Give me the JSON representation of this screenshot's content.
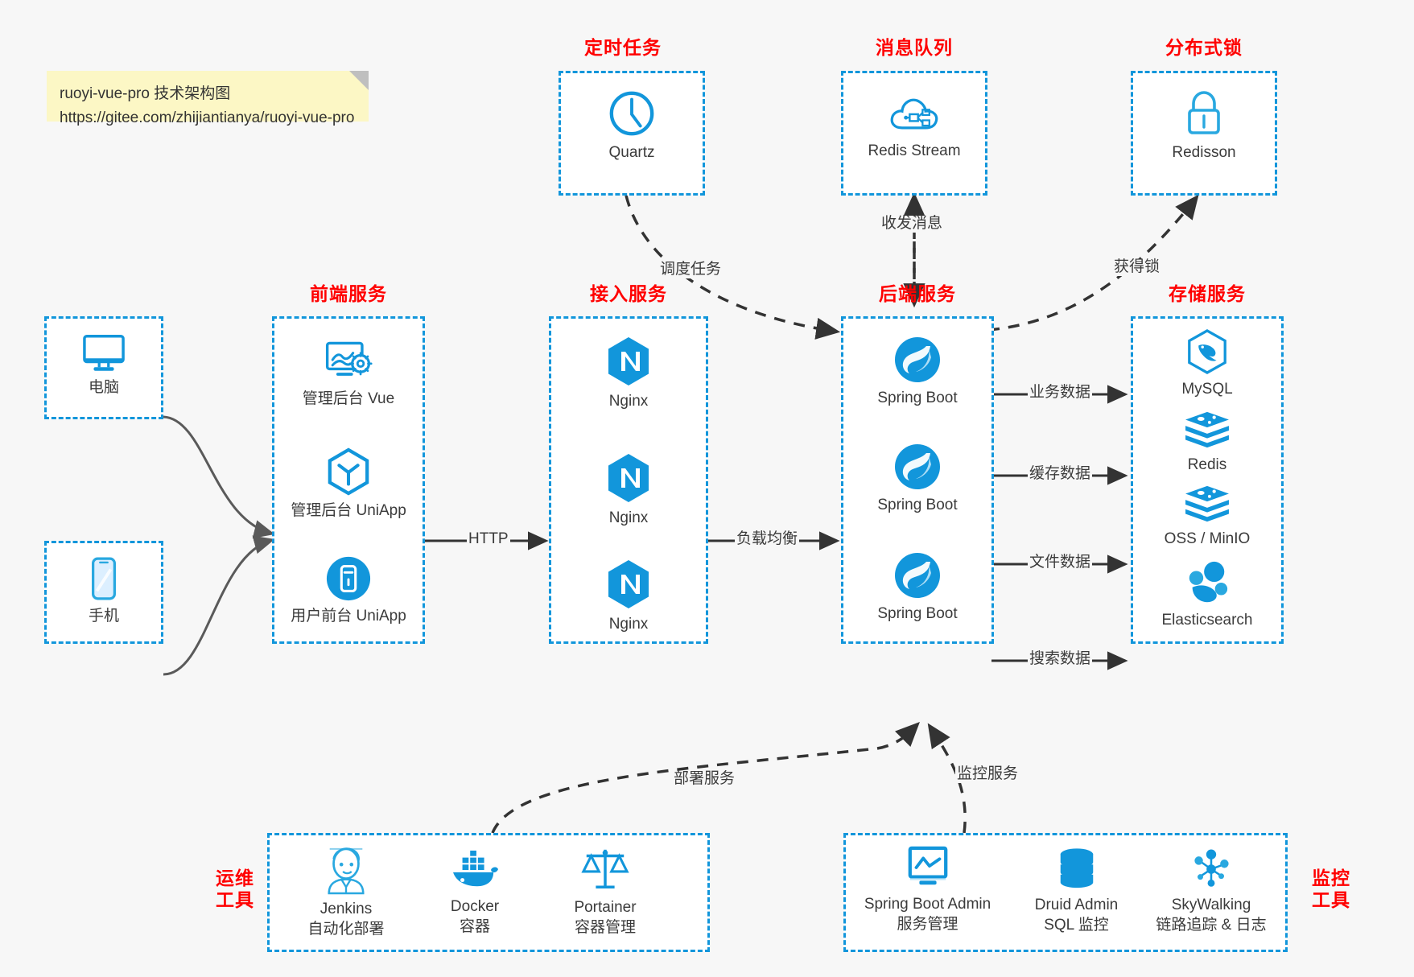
{
  "note": {
    "line1": "ruoyi-vue-pro 技术架构图",
    "line2": "https://gitee.com/zhijiantianya/ruoyi-vue-pro"
  },
  "groups": {
    "scheduled_task": "定时任务",
    "message_queue": "消息队列",
    "distributed_lock": "分布式锁",
    "frontend_service": "前端服务",
    "gateway_service": "接入服务",
    "backend_service": "后端服务",
    "storage_service": "存储服务",
    "ops_tools_line1": "运维",
    "ops_tools_line2": "工具",
    "monitor_tools_line1": "监控",
    "monitor_tools_line2": "工具"
  },
  "nodes": {
    "quartz": "Quartz",
    "redis_stream": "Redis Stream",
    "redisson": "Redisson",
    "computer": "电脑",
    "phone": "手机",
    "admin_vue": "管理后台 Vue",
    "admin_uniapp": "管理后台 UniApp",
    "user_uniapp": "用户前台 UniApp",
    "nginx1": "Nginx",
    "nginx2": "Nginx",
    "nginx3": "Nginx",
    "springboot1": "Spring Boot",
    "springboot2": "Spring Boot",
    "springboot3": "Spring Boot",
    "mysql": "MySQL",
    "redis": "Redis",
    "oss_minio": "OSS / MinIO",
    "elasticsearch": "Elasticsearch",
    "jenkins": "Jenkins",
    "jenkins_sub": "自动化部署",
    "docker": "Docker",
    "docker_sub": "容器",
    "portainer": "Portainer",
    "portainer_sub": "容器管理",
    "spring_boot_admin": "Spring Boot Admin",
    "spring_boot_admin_sub": "服务管理",
    "druid_admin": "Druid Admin",
    "druid_admin_sub": "SQL 监控",
    "skywalking": "SkyWalking",
    "skywalking_sub": "链路追踪 & 日志"
  },
  "edges": {
    "http": "HTTP",
    "load_balance": "负载均衡",
    "schedule_task": "调度任务",
    "send_receive_message": "收发消息",
    "acquire_lock": "获得锁",
    "business_data": "业务数据",
    "cache_data": "缓存数据",
    "file_data": "文件数据",
    "search_data": "搜索数据",
    "deploy_service": "部署服务",
    "monitor_service": "监控服务"
  },
  "colors": {
    "accent": "#1296db",
    "group_title": "#ff0000",
    "background": "#f7f7f7",
    "note": "#fcf7c5",
    "edge": "#333333",
    "solid_edge": "#555555"
  }
}
